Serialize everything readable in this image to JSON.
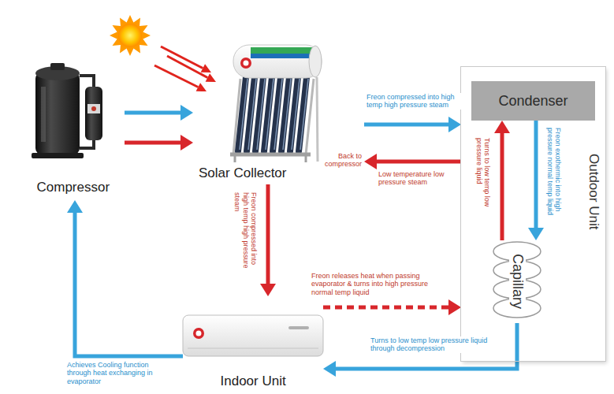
{
  "diagram": {
    "nodes": [
      {
        "text": [
          "Compressor"
        ]
      },
      {
        "text": [
          "Solar Collector"
        ]
      },
      {
        "text": [
          "Outdoor Unit"
        ]
      },
      {
        "text": [
          "Condenser"
        ],
        "in": 2
      },
      {
        "text": [
          "Capillary"
        ],
        "in": 2
      },
      {
        "text": [
          "Indoor Unit"
        ]
      }
    ],
    "edges": [
      {
        "from": 0,
        "to": 1,
        "arrow": "to"
      },
      {
        "from": 0,
        "to": 1,
        "arrow": "to"
      },
      {
        "from": 1,
        "to": 2,
        "label": "Freon compressed into high temp high pressure steam",
        "arrow": "to"
      },
      {
        "from": 2,
        "to": 1,
        "label": "Low temperature low pressure steam",
        "arrow": "to"
      },
      {
        "from": 3,
        "to": 4,
        "label": "Freon exothermic into high pressure normal temp liquid",
        "arrow": "to"
      },
      {
        "from": 4,
        "to": 3,
        "label": "Turns to low temp low pressure liquid",
        "arrow": "to"
      },
      {
        "from": 1,
        "to": 5,
        "label": "Freon compressed into high temp high pressure steam",
        "arrow": "to"
      },
      {
        "from": 5,
        "to": 2,
        "label": "Freon releases heat when passing evaporator & turns into high pressure normal temp liquid",
        "arrow": "to"
      },
      {
        "from": 4,
        "to": 5,
        "label": "Turns to low temp low pressure liquid through decompression",
        "arrow": "to"
      },
      {
        "from": 5,
        "to": 0,
        "label": "Achieves Cooling function through heat exchanging in evaporator",
        "arrow": "to"
      }
    ],
    "labels": [
      "Back to compressor"
    ]
  }
}
